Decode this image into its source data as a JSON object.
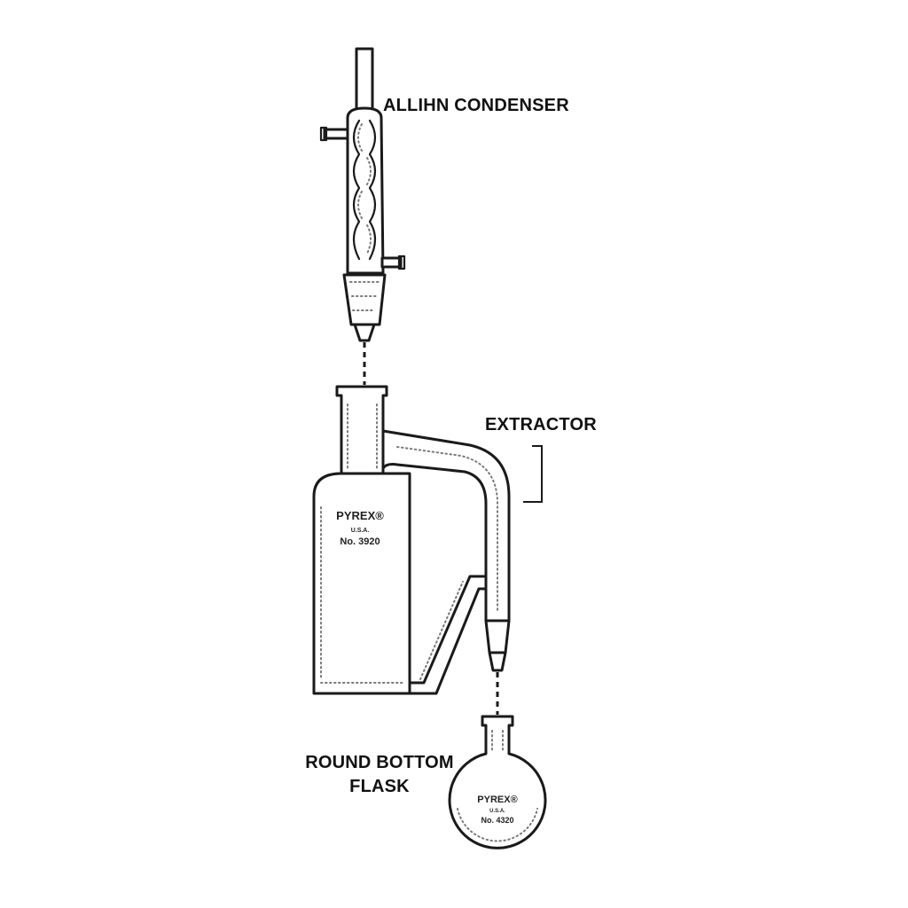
{
  "labels": {
    "condenser": "ALLIHN CONDENSER",
    "extractor": "EXTRACTOR",
    "flask_line1": "ROUND BOTTOM",
    "flask_line2": "FLASK"
  },
  "stamps": {
    "extractor": {
      "brand": "PYREX®",
      "origin": "U.S.A.",
      "number": "No. 3920"
    },
    "flask": {
      "brand": "PYREX®",
      "origin": "U.S.A.",
      "number": "No. 4320"
    }
  },
  "colors": {
    "line": "#1a1a1a",
    "background": "#ffffff"
  }
}
